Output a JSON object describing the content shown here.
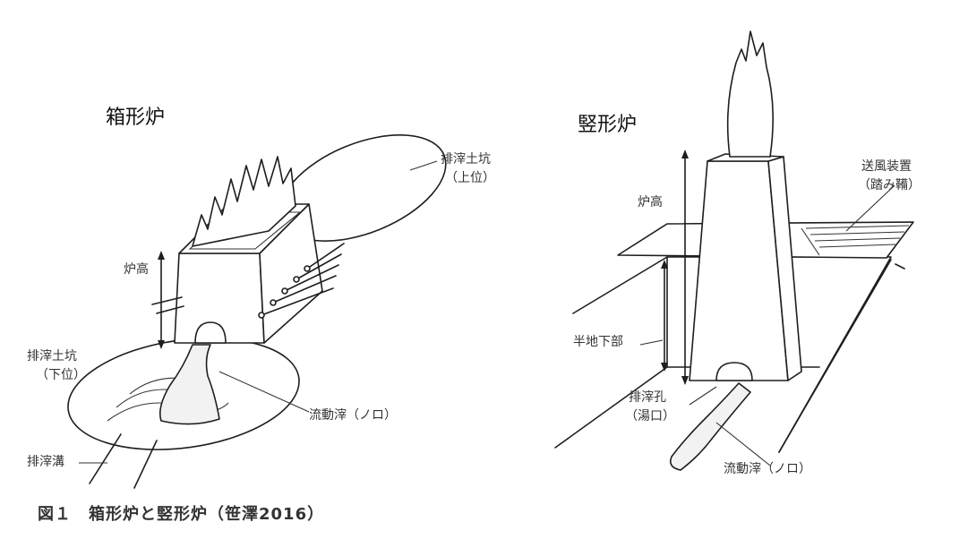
{
  "left_title": "箱形炉",
  "right_title": "竪形炉",
  "box_furnace": {
    "pit_upper_line1": "排滓土坑",
    "pit_upper_line2": "（上位）",
    "height_label": "炉高",
    "pit_lower_line1": "排滓土坑",
    "pit_lower_line2": "（下位）",
    "flow_slag": "流動滓（ノロ）",
    "drain": "排滓溝"
  },
  "shaft_furnace": {
    "height_label": "炉高",
    "blower_line1": "送風装置",
    "blower_line2": "（踏み鞴）",
    "semi_underground": "半地下部",
    "tap_hole_line1": "排滓孔",
    "tap_hole_line2": "（湯口）",
    "flow_slag": "流動滓（ノロ）"
  },
  "caption": "図１　箱形炉と竪形炉（笹澤2016）"
}
